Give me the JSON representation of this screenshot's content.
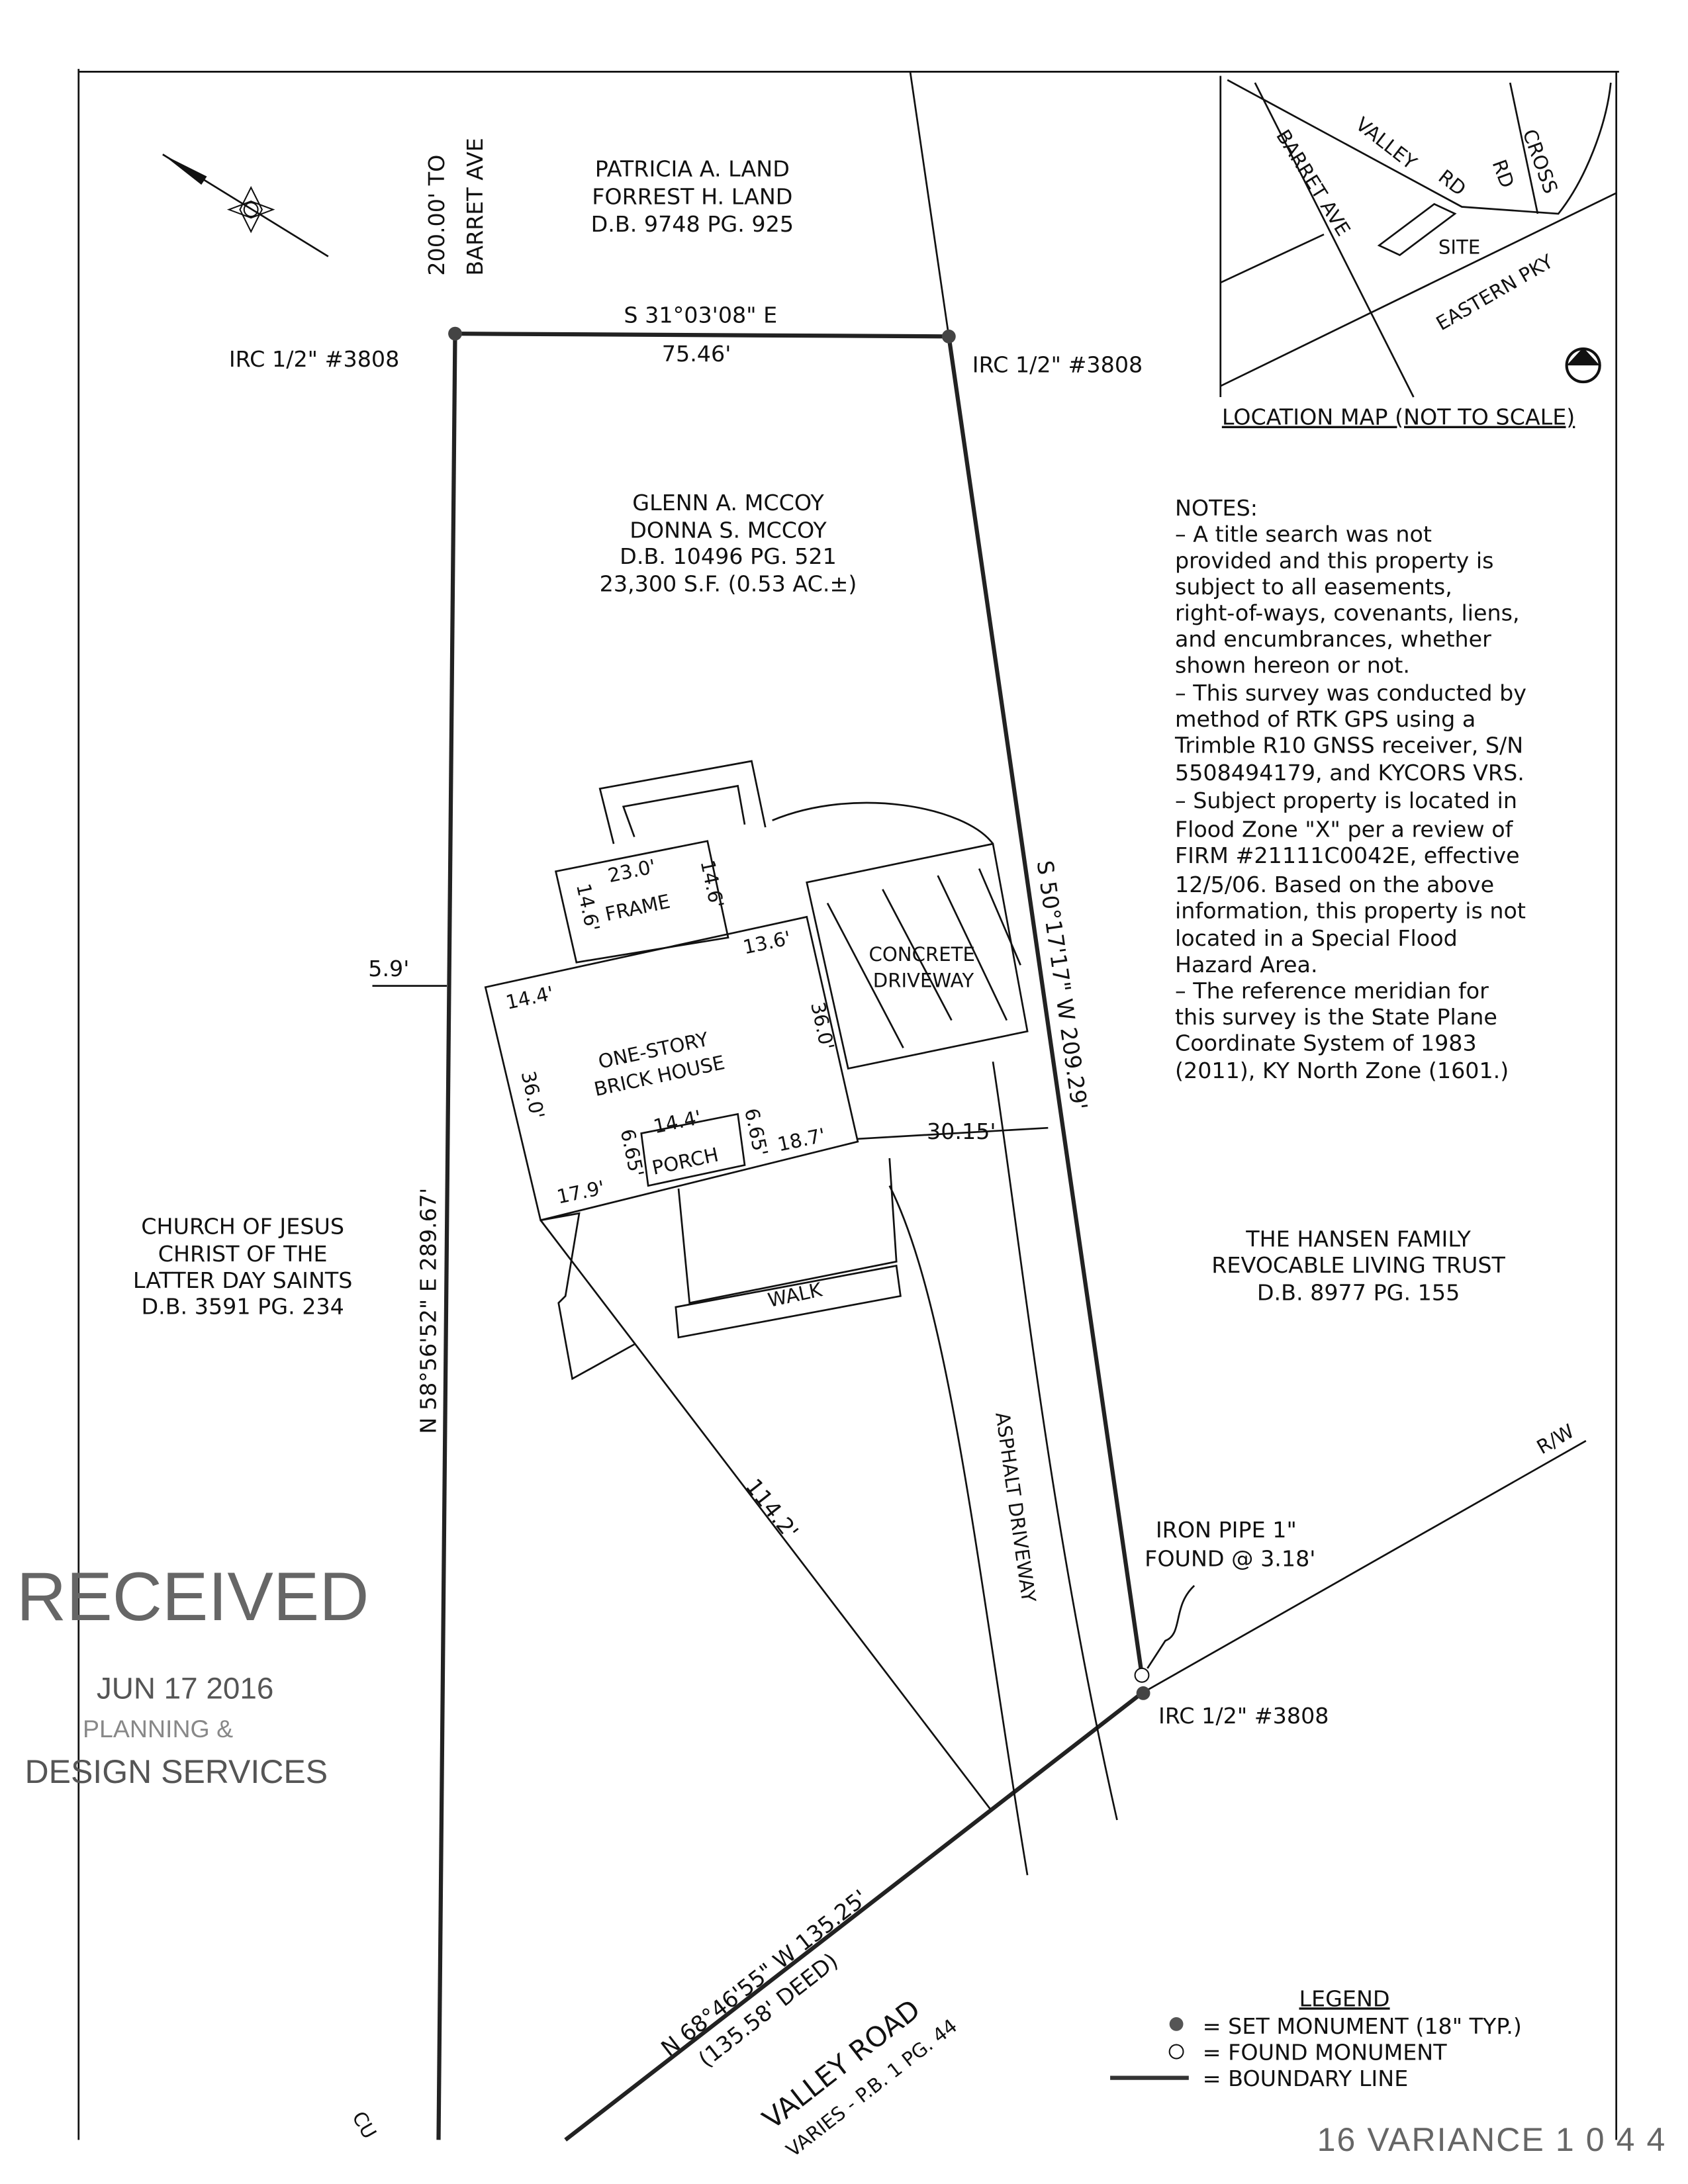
{
  "adjoiners": {
    "north": [
      "PATRICIA A. LAND",
      "FORREST H. LAND",
      "D.B. 9748 PG. 925"
    ],
    "subject": [
      "GLENN A. MCCOY",
      "DONNA S. MCCOY",
      "D.B. 10496 PG. 521",
      "23,300 S.F. (0.53 AC.±)"
    ],
    "west": [
      "CHURCH OF JESUS",
      "CHRIST OF THE",
      "LATTER DAY SAINTS",
      "D.B. 3591 PG. 234"
    ],
    "east": [
      "THE HANSEN FAMILY",
      "REVOCABLE LIVING TRUST",
      "D.B. 8977 PG. 155"
    ]
  },
  "calls": {
    "north_bearing": "S 31°03'08\" E",
    "north_distance": "75.46'",
    "east": "S 50°17'17\" W   209.29'",
    "west": "N 58°56'52\" E   289.67'",
    "south": "N 68°46'55\" W   135.25'",
    "south_deed": "(135.58' DEED)",
    "to_barret": "200.00' TO",
    "barret": "BARRET AVE"
  },
  "monuments": {
    "nw": "IRC 1/2\" #3808",
    "ne": "IRC 1/2\" #3808",
    "se": "IRC 1/2\" #3808",
    "pipe_1": "IRON PIPE 1\"",
    "pipe_2": "FOUND @ 3.18'"
  },
  "road": {
    "name": "VALLEY ROAD",
    "sub": "VARIES - P.B. 1 PG. 44",
    "rw": "R/W",
    "cut": "CU"
  },
  "house": {
    "label1": "ONE-STORY",
    "label2": "BRICK HOUSE",
    "frame": "FRAME",
    "porch": "PORCH",
    "walk": "WALK",
    "concrete1": "CONCRETE",
    "concrete2": "DRIVEWAY",
    "asphalt": "ASPHALT DRIVEWAY",
    "d_23": "23.0'",
    "d_146a": "14.6'",
    "d_146b": "14.6'",
    "d_136": "13.6'",
    "d_144": "14.4'",
    "d_36a": "36.0'",
    "d_36b": "36.0'",
    "d_144b": "14.4'",
    "d_665a": "6.65'",
    "d_665b": "6.65'",
    "d_187": "18.7'",
    "d_179": "17.9'",
    "d_59": "5.9'",
    "d_3015": "30.15'",
    "d_1142": "114.2'"
  },
  "location_map": {
    "title": "LOCATION MAP (NOT TO SCALE)",
    "valley": "VALLEY",
    "rd": "RD",
    "rd2": "RD",
    "cross": "CROSS",
    "barret": "BARRET AVE",
    "site": "SITE",
    "eastern": "EASTERN PKY"
  },
  "notes": {
    "title": "NOTES:",
    "lines": [
      "– A title search was not",
      "provided and this property is",
      "subject to all easements,",
      "right-of-ways, covenants, liens,",
      "and encumbrances, whether",
      "shown hereon or not.",
      "– This survey was conducted by",
      "method of RTK GPS using a",
      "Trimble R10 GNSS receiver, S/N",
      "5508494179, and KYCORS VRS.",
      "– Subject property is located in",
      "Flood Zone \"X\" per a review of",
      "FIRM #21111C0042E, effective",
      "12/5/06.  Based on the above",
      "information, this property is not",
      "located in a Special Flood",
      "Hazard Area.",
      "– The reference meridian for",
      "this survey is the State Plane",
      "Coordinate System of 1983",
      "(2011), KY North Zone (1601.)"
    ]
  },
  "legend": {
    "title": "LEGEND",
    "set": "= SET MONUMENT (18\" TYP.)",
    "found": "= FOUND MONUMENT",
    "boundary": "= BOUNDARY LINE"
  },
  "stamp": {
    "received": "RECEIVED",
    "date": "JUN 17 2016",
    "line2": "PLANNING &",
    "line3": "DESIGN SERVICES"
  },
  "case_number": "16 VARIANCE 1 0 4 4"
}
